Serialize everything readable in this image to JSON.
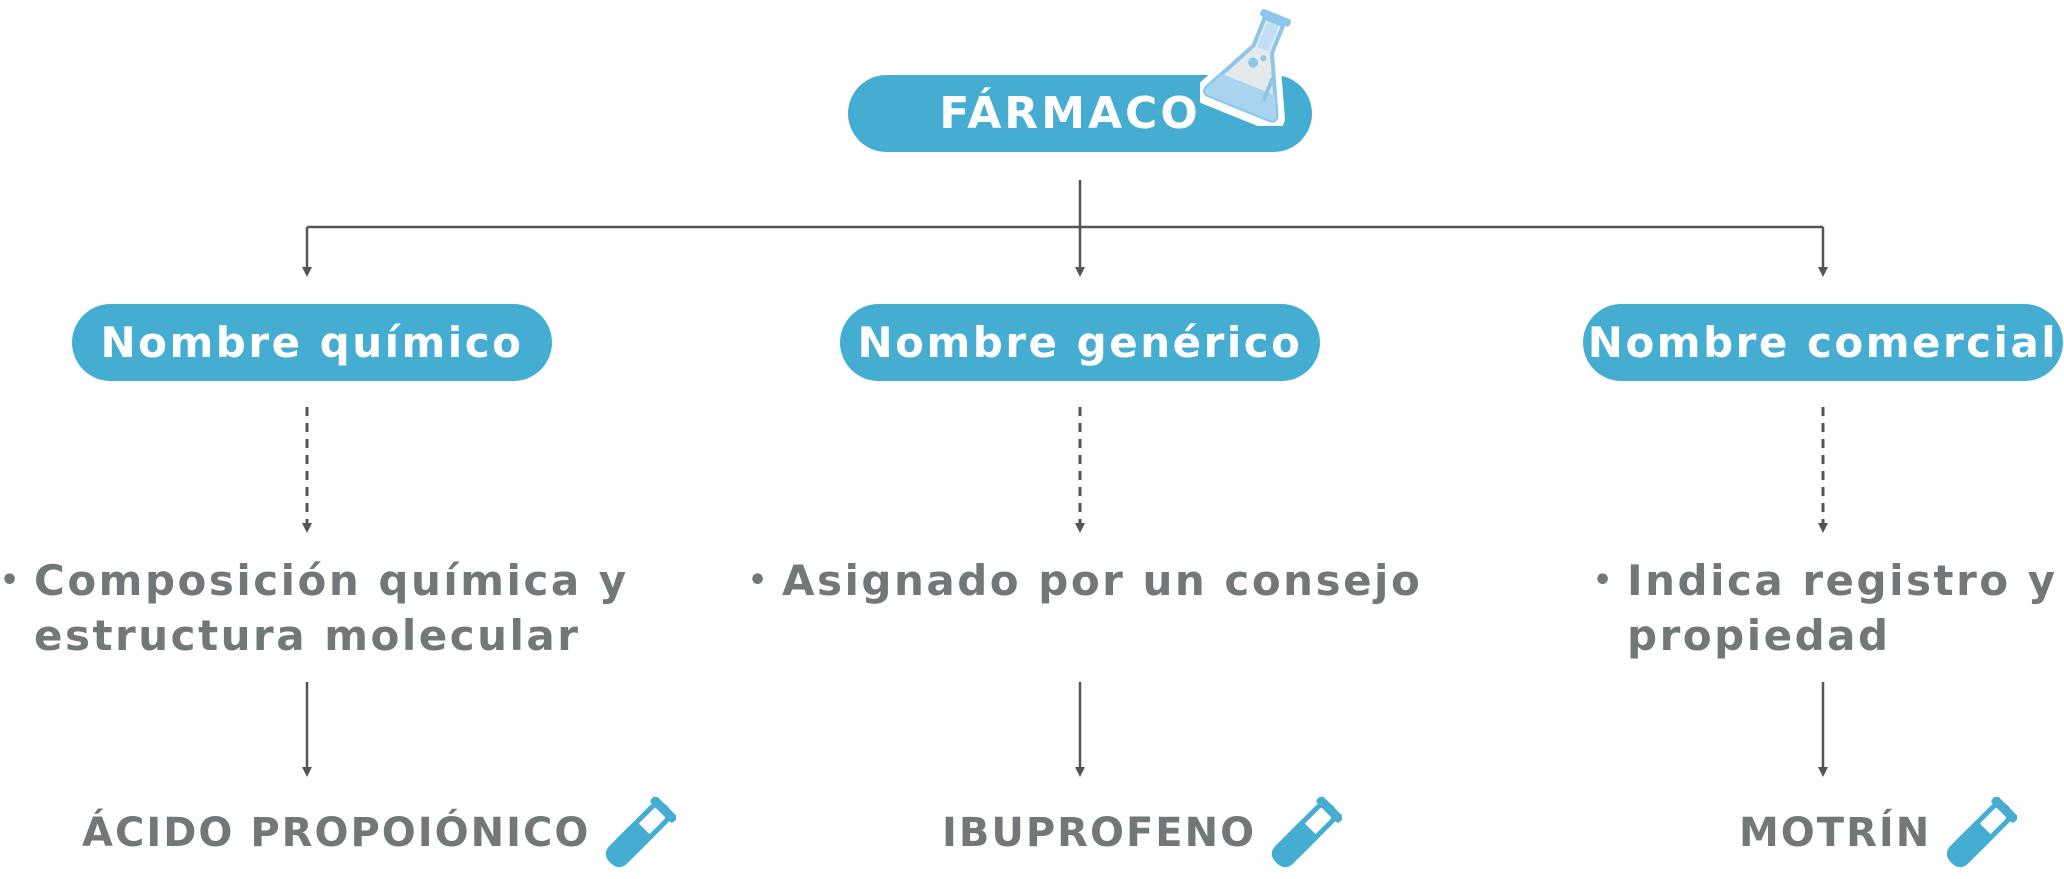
{
  "root": {
    "label": "FÁRMACO",
    "icon": "flask-icon"
  },
  "colors": {
    "accent": "#45acd2",
    "text_gray": "#727879",
    "connector": "#555555"
  },
  "branches": [
    {
      "name": "Nombre químico",
      "description_lines": [
        "Composición química y",
        "estructura molecular"
      ],
      "example": "ÁCIDO PROPOIÓNICO",
      "example_icon": "test-tube-icon"
    },
    {
      "name": "Nombre genérico",
      "description_lines": [
        "Asignado por un consejo"
      ],
      "example": "IBUPROFENO",
      "example_icon": "test-tube-icon"
    },
    {
      "name": "Nombre comercial",
      "description_lines": [
        "Indica registro y",
        "propiedad"
      ],
      "example": "MOTRÍN",
      "example_icon": "test-tube-icon"
    }
  ],
  "bullet": "•"
}
